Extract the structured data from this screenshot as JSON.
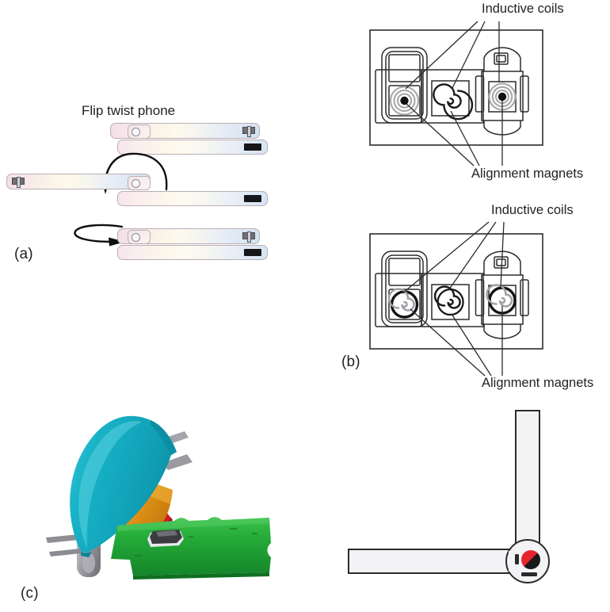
{
  "figure": {
    "panels": [
      {
        "id": "a",
        "label": "(a)"
      },
      {
        "id": "b",
        "label": "(b)"
      },
      {
        "id": "c",
        "label": "(c)"
      }
    ]
  },
  "panel_a": {
    "title": "Flip twist phone",
    "label": "(a)",
    "states": [
      {
        "name": "closed",
        "description": "phone closed, top and bottom halves stacked"
      },
      {
        "name": "flip-open",
        "description": "upper half swung open to the left"
      },
      {
        "name": "twisted",
        "description": "upper half twisted back over the base"
      }
    ],
    "icons": {
      "camera_lens": "camera-lens-icon",
      "connector": "connector-plug-icon",
      "display": "display-strip-icon"
    },
    "arrows": [
      {
        "name": "flip-arrow",
        "motion": "flip"
      },
      {
        "name": "twist-arrow",
        "motion": "twist"
      }
    ]
  },
  "panel_b_top": {
    "label": "",
    "callouts": {
      "top": "Inductive coils",
      "bottom": "Alignment magnets"
    },
    "devices": [
      {
        "name": "media-player",
        "coil": "gray-concentric-rings",
        "magnet": "black-dot"
      },
      {
        "name": "phone-slab",
        "coil": "black-spiral",
        "magnet": "none"
      },
      {
        "name": "flip-phone",
        "coil": "gray-concentric-rings",
        "magnet": "black-dot"
      }
    ]
  },
  "panel_b_bottom": {
    "label": "(b)",
    "callouts": {
      "top": "Inductive coils",
      "bottom": "Alignment magnets"
    },
    "devices": [
      {
        "name": "media-player",
        "coil": "gray-spiral",
        "magnet": "black-ring"
      },
      {
        "name": "phone-slab",
        "coil": "black-spiral",
        "magnet": "black-ring"
      },
      {
        "name": "flip-phone",
        "coil": "gray-spiral",
        "magnet": "black-ring"
      }
    ]
  },
  "panel_c": {
    "label": "(c)",
    "cad": {
      "name": "hinge-cad-render",
      "parts": [
        {
          "name": "teal-housing",
          "color": "#1fb6c9"
        },
        {
          "name": "orange-wedge",
          "color": "#e8a020"
        },
        {
          "name": "red-arc",
          "color": "#d8232a"
        },
        {
          "name": "green-pcb",
          "color": "#21a938"
        },
        {
          "name": "gray-pivot",
          "color": "#9a9a9f"
        },
        {
          "name": "smd-component",
          "color": "#3a3a3c"
        }
      ]
    },
    "schematic": {
      "name": "hinge-schematic",
      "arms": [
        {
          "name": "vertical-arm"
        },
        {
          "name": "horizontal-arm"
        }
      ],
      "pivot": {
        "name": "pivot-joint",
        "magnet": {
          "name": "bipolar-magnet",
          "pole_colors": [
            "#e8242b",
            "#1a1a1a"
          ]
        }
      }
    }
  },
  "colors": {
    "ink": "#231f20",
    "line": "#3a3a3c",
    "coil_gray": "#a7a7ab",
    "teal": "#1fb6c9",
    "green": "#21a938",
    "orange": "#e8a020",
    "red": "#d8232a"
  }
}
